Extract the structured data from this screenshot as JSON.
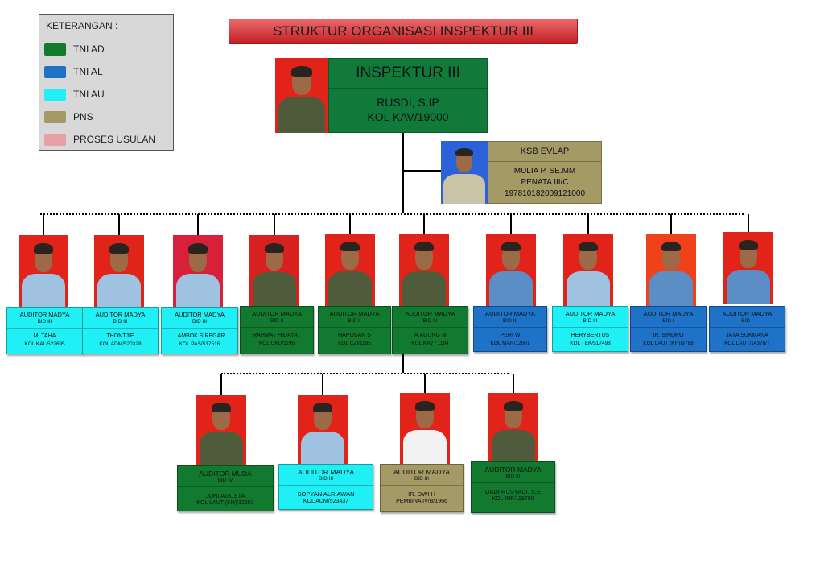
{
  "title": "STRUKTUR ORGANISASI INSPEKTUR III",
  "legend": {
    "title": "KETERANGAN :",
    "items": [
      {
        "label": "TNI AD",
        "color": "#127a2f"
      },
      {
        "label": "TNI AL",
        "color": "#1e73c8"
      },
      {
        "label": "TNI AU",
        "color": "#1ff0f5"
      },
      {
        "label": "PNS",
        "color": "#a39a66"
      },
      {
        "label": "PROSES USULAN",
        "color": "#e8a0a6"
      }
    ]
  },
  "inspektur": {
    "title": "INSPEKTUR   III",
    "name": "RUSDI,  S.IP",
    "rank": "KOL KAV/19000"
  },
  "ksb": {
    "title": "KSB EVLAP",
    "name": "MULIA P, SE.MM",
    "rank": "PENATA III/C",
    "nip": "197810182009121000"
  },
  "row1": [
    {
      "title": "AUDITOR MADYA",
      "bid": "BID III",
      "name": "M. TAHA",
      "rank": "KOL KAL/522695",
      "branch": "TNI AU"
    },
    {
      "title": "AUDITOR MADYA",
      "bid": "BID III",
      "name": "THONTJIE",
      "rank": "KOL ADM/520328",
      "branch": "TNI AU"
    },
    {
      "title": "AUDITOR MADYA",
      "bid": "BID III",
      "name": "LAMBOK SIREGAR",
      "rank": "KOL PAS/517516",
      "branch": "TNI AU"
    },
    {
      "title": "AUDITOR MADYA",
      "bid": "BID II",
      "name": "RAHMAT HIDAYAT",
      "rank": "KOL CKU/1196",
      "branch": "TNI AD"
    },
    {
      "title": "AUDITOR MADYA",
      "bid": "BID II",
      "name": "HAPOSAN S",
      "rank": "KOL CZI/1195",
      "branch": "TNI AD"
    },
    {
      "title": "AUDITOR MADYA",
      "bid": "BID III",
      "name": "A.AGUNG N",
      "rank": "KOL KAV / 1194",
      "branch": "TNI AD"
    },
    {
      "title": "AUDITOR MADYA",
      "bid": "BID III",
      "name": "PERI W",
      "rank": "KOL MAR/12001",
      "branch": "TNI AL"
    },
    {
      "title": "AUDITOR MADYA",
      "bid": "BID III",
      "name": "HERYBERTUS",
      "rank": "KOL TEK/517498",
      "branch": "TNI AU"
    },
    {
      "title": "AUDITOR MADYA",
      "bid": "BID I",
      "name": "IR. SINDRO",
      "rank": "KOL LAUT (KH)/9788",
      "branch": "TNI AL"
    },
    {
      "title": "AUDITOR MADYA",
      "bid": "BID I",
      "name": "JAYA SUKMANA",
      "rank": "KOL LAUT/14376/T",
      "branch": "TNI AL"
    }
  ],
  "row2": [
    {
      "title": "AUDITOR MUDA",
      "bid": "BID IV",
      "name": "JONI AGUSTA",
      "rank": "KOL LAUT (KH)/12203",
      "branch": "TNI AD"
    },
    {
      "title": "AUDITOR MADYA",
      "bid": "BID  III",
      "name": "SOPYAN ALRIAWAN",
      "rank": "KOL ADM/523437",
      "branch": "TNI AU"
    },
    {
      "title": "AUDITOR MADYA",
      "bid": "BID  III",
      "name": "IR. DWI H",
      "rank": "PEMBINA IV/B/1966",
      "branch": "PNS"
    },
    {
      "title": "AUDITOR MADYA",
      "bid": "BID  III",
      "name": "DADI RUSYADI, S.E",
      "rank": "KOL INF/119700",
      "branch": "TNI AD"
    }
  ]
}
